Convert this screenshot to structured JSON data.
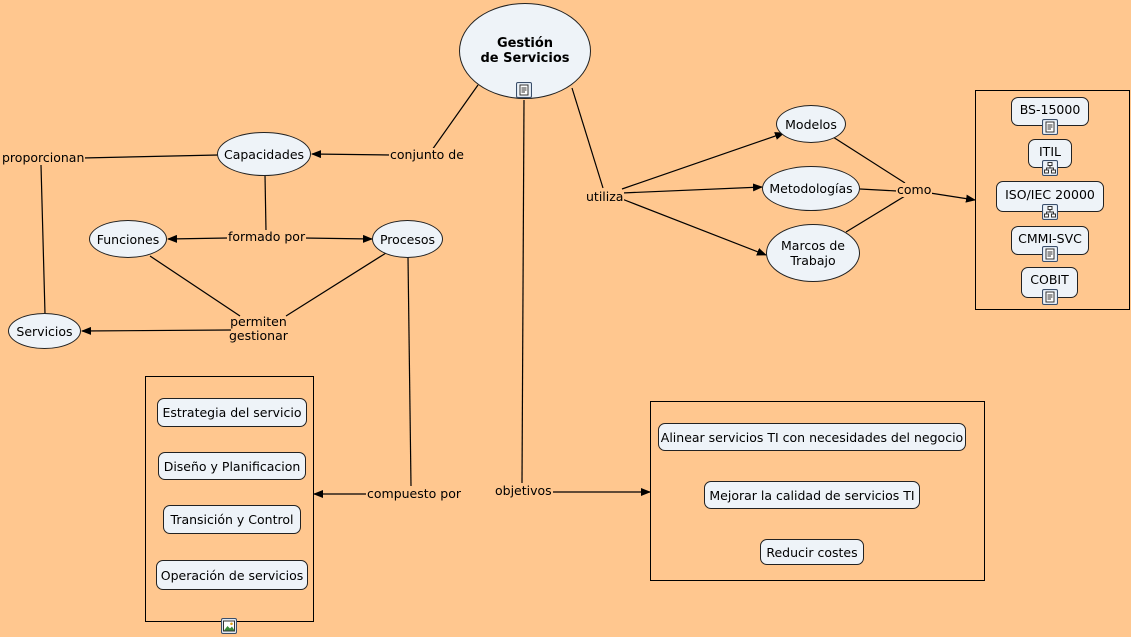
{
  "concepts": {
    "gestion": "Gestión\nde Servicios",
    "capacidades": "Capacidades",
    "funciones": "Funciones",
    "procesos": "Procesos",
    "servicios": "Servicios",
    "modelos": "Modelos",
    "metodologias": "Metodologías",
    "marcos": "Marcos de\nTrabajo"
  },
  "linking_phrases": {
    "conjunto_de": "conjunto de",
    "proporcionan": "proporcionan",
    "formado_por": "formado por",
    "permiten_gestionar": "permiten\ngestionar",
    "compuesto_por": "compuesto por",
    "objetivos": "objetivos",
    "utiliza": "utiliza",
    "como": "como"
  },
  "frameworks": [
    "BS-15000",
    "ITIL",
    "ISO/IEC 20000",
    "CMMI-SVC",
    "COBIT"
  ],
  "processes": [
    "Estrategia del servicio",
    "Diseño y Planificacion",
    "Transición y Control",
    "Operación de servicios"
  ],
  "objectives": [
    "Alinear servicios TI con necesidades del negocio",
    "Mejorar la calidad de servicios TI",
    "Reducir costes"
  ],
  "icons": {
    "gestion": "document-icon",
    "processes_box": "image-icon",
    "frameworks": [
      "document-icon",
      "hierarchy-icon",
      "hierarchy-icon",
      "document-icon",
      "document-icon"
    ]
  },
  "colors": {
    "background": "#FFC78F",
    "node_fill": "#EEF3F8",
    "line": "#000000"
  }
}
